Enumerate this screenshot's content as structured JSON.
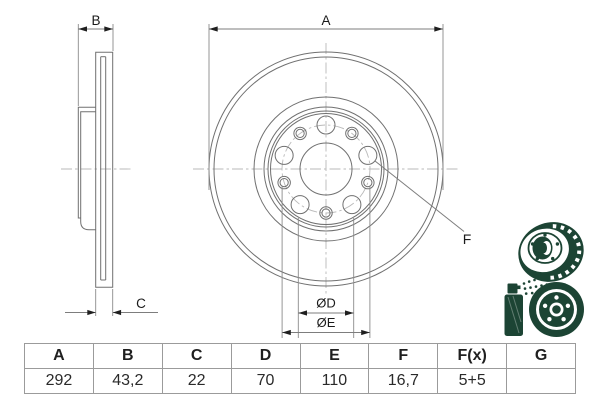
{
  "drawing": {
    "dimension_labels": {
      "a": "A",
      "b": "B",
      "c": "C",
      "f": "F",
      "diameter_d": "ØD",
      "diameter_e": "ØE"
    }
  },
  "icons": [
    {
      "name": "vented-disc-icon"
    },
    {
      "name": "spray-coated-disc-icon"
    }
  ],
  "colors": {
    "icon_green": "#1c4434",
    "outline_gray": "#707070",
    "centerline_gray": "#b9b9b9",
    "dimension_text": "#1a1a1a",
    "table_border": "#9b9b9b"
  },
  "table": {
    "headers": [
      "A",
      "B",
      "C",
      "D",
      "E",
      "F",
      "F(x)",
      "G"
    ],
    "values": [
      "292",
      "43,2",
      "22",
      "70",
      "110",
      "16,7",
      "5+5",
      ""
    ]
  }
}
